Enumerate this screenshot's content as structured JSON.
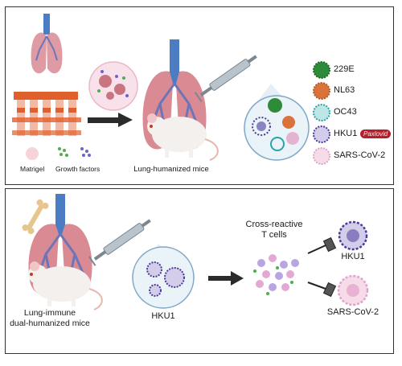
{
  "top_panel": {
    "labels": {
      "matrigel": "Matrigel",
      "growth_factors": "Growth factors",
      "mice": "Lung-humanized mice"
    },
    "viruses": [
      {
        "name": "229E",
        "color": "#2e8b3a"
      },
      {
        "name": "NL63",
        "color": "#d9733a"
      },
      {
        "name": "OC43",
        "color": "#2aa3a6"
      },
      {
        "name": "HKU1",
        "color": "#4a3b9c"
      },
      {
        "name": "SARS-CoV-2",
        "color": "#e2a3c7"
      }
    ],
    "drug": "Paxlovid"
  },
  "bottom_panel": {
    "labels": {
      "mice_line1": "Lung-immune",
      "mice_line2": "dual-humanized mice",
      "virus": "HKU1",
      "tcells_line1": "Cross-reactive",
      "tcells_line2": "T cells",
      "target1": "HKU1",
      "target2": "SARS-CoV-2"
    }
  },
  "colors": {
    "lung": "#d98a93",
    "trachea": "#4b7cc4",
    "bronchi": "#6d75b8",
    "tube_red": "#e0602c",
    "arrow": "#2b2b2b",
    "syringe": "#b8c3cc"
  }
}
